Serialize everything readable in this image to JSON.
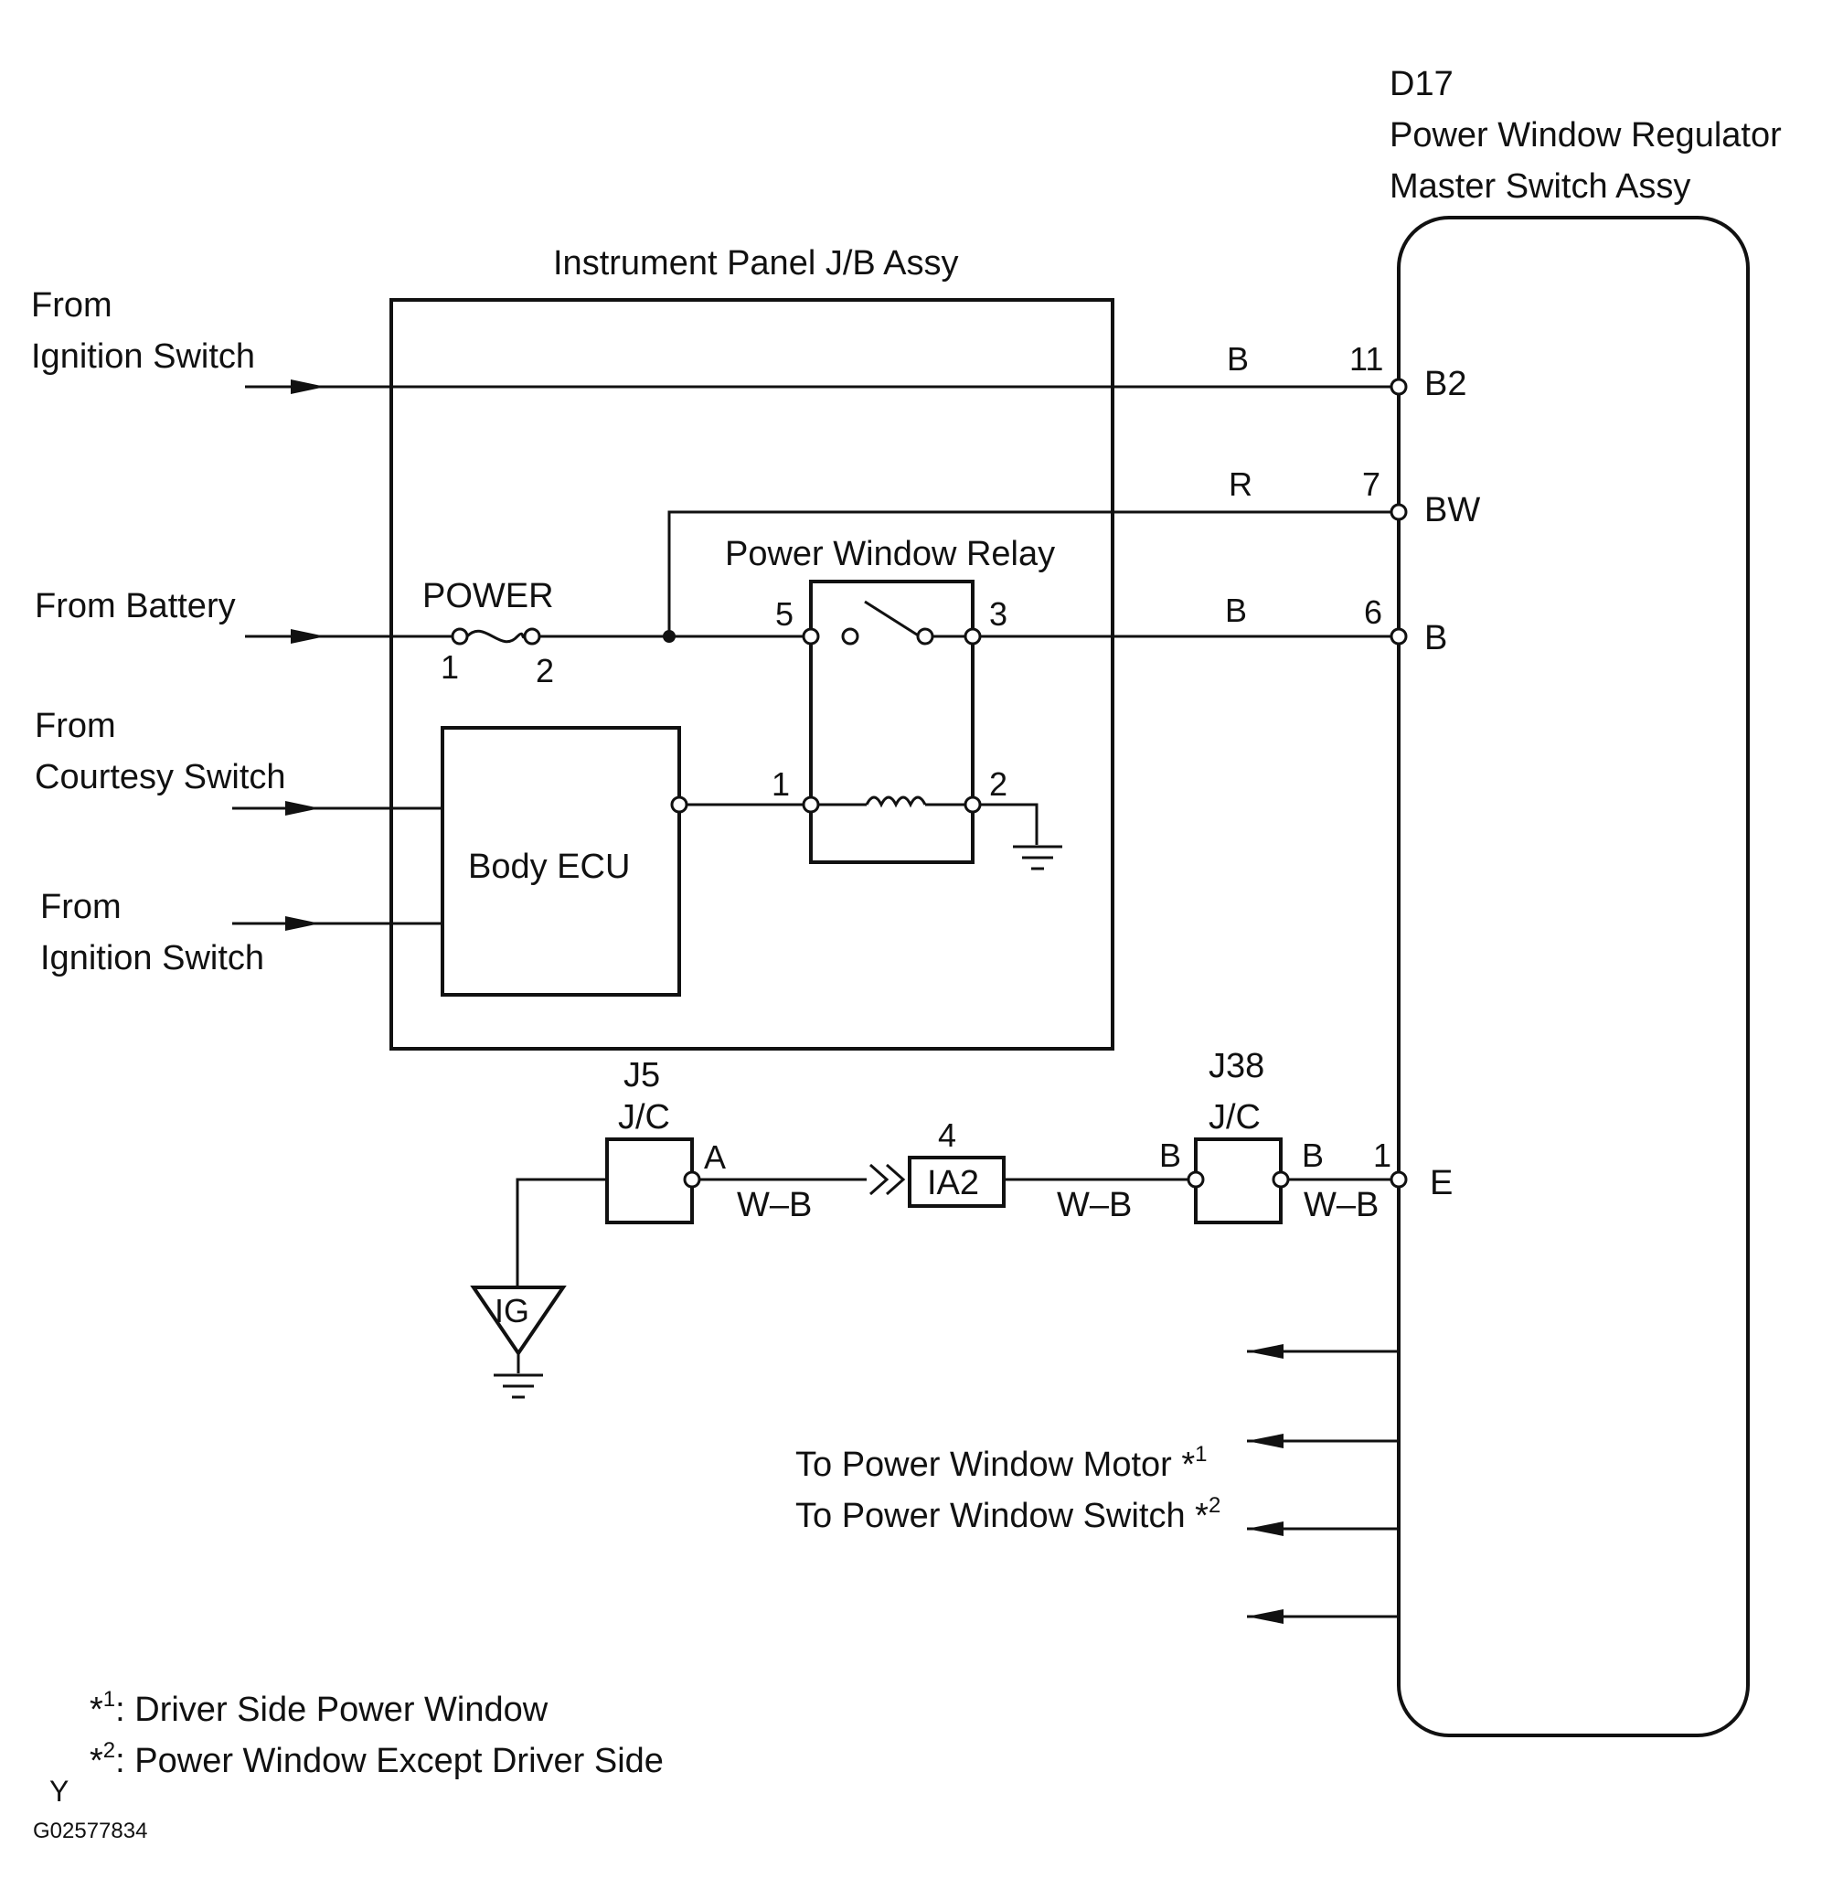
{
  "component": {
    "code": "D17",
    "name_line1": "Power Window Regulator",
    "name_line2": "Master Switch Assy"
  },
  "junction_block": {
    "title": "Instrument Panel J/B Assy"
  },
  "inputs": {
    "ignition_top_line1": "From",
    "ignition_top_line2": "Ignition Switch",
    "battery": "From Battery",
    "courtesy_line1": "From",
    "courtesy_line2": "Courtesy Switch",
    "ignition_bottom_line1": "From",
    "ignition_bottom_line2": "Ignition Switch"
  },
  "fuse": {
    "name": "POWER",
    "pin1": "1",
    "pin2": "2"
  },
  "relay": {
    "title": "Power Window Relay",
    "pin5": "5",
    "pin3": "3",
    "pin1": "1",
    "pin2": "2"
  },
  "ecu": {
    "name": "Body ECU"
  },
  "wires": {
    "b2_color": "B",
    "b2_pin": "11",
    "b2_term": "B2",
    "bw_color": "R",
    "bw_pin": "7",
    "bw_term": "BW",
    "b_color": "B",
    "b_pin": "6",
    "b_term": "B",
    "e_pin": "1",
    "e_term": "E"
  },
  "ground_path": {
    "j5_code": "J5",
    "j5_type": "J/C",
    "j5_pin": "A",
    "wire1_color": "W–B",
    "connector_pin": "4",
    "connector": "IA2",
    "wire2_color": "W–B",
    "j38_code": "J38",
    "j38_type": "J/C",
    "j38_pin_in": "B",
    "j38_pin_out": "B",
    "wire3_color": "W–B",
    "ground_label": "IG"
  },
  "outputs": {
    "motor": "To Power Window Motor *",
    "motor_sup": "1",
    "switch": "To Power Window Switch *",
    "switch_sup": "2"
  },
  "notes": [
    {
      "mark": "*",
      "sup": "1",
      "text": ": Driver Side Power Window"
    },
    {
      "mark": "*",
      "sup": "2",
      "text": ": Power Window Except Driver Side"
    }
  ],
  "footer": {
    "letter": "Y",
    "code": "G02577834"
  }
}
